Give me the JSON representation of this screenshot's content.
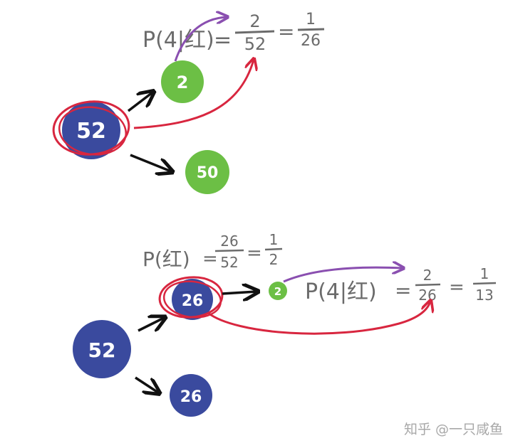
{
  "colors": {
    "blue_node": "#3a4a9e",
    "green_node": "#6cbf45",
    "black_arrow": "#111111",
    "red_highlight": "#d8263f",
    "purple_arrow": "#8a4fb0",
    "pen_gray": "#6b6b6b"
  },
  "top_tree": {
    "root": "52",
    "upper_child": "2",
    "lower_child": "50",
    "formula": {
      "lhs": "P(4|红)",
      "eq1": "=",
      "frac1_num": "2",
      "frac1_den": "52",
      "eq2": "=",
      "frac2_num": "1",
      "frac2_den": "26"
    }
  },
  "bottom_tree": {
    "root": "52",
    "upper_child": "26",
    "lower_child": "26",
    "leaf": "2",
    "formula_red": {
      "lhs": "P(红)",
      "eq1": "=",
      "frac1_num": "26",
      "frac1_den": "52",
      "eq2": "=",
      "frac2_num": "1",
      "frac2_den": "2"
    },
    "formula_cond": {
      "lhs": "P(4|红)",
      "eq1": "=",
      "frac1_num": "2",
      "frac1_den": "26",
      "eq2": "=",
      "frac2_num": "1",
      "frac2_den": "13"
    }
  },
  "watermark": "知乎 @一只咸鱼"
}
